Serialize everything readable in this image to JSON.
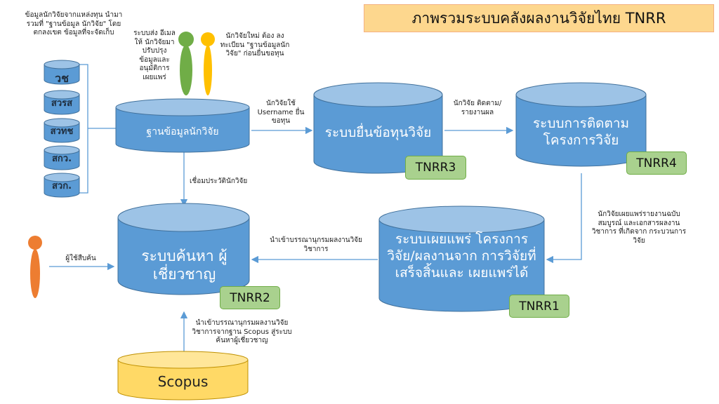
{
  "title": "ภาพรวมระบบคลังผลงานวิจัยไทย TNRR",
  "notes": {
    "sources": "ข้อมูลนักวิจัยจากแหล่งทุน นำมารวมที่ \"ฐานข้อมูล นักวิจัย\" โดยตกลงเขต ข้อมูลที่จะจัดเก็บ",
    "email": "ระบบส่ง อีเมลให้ นักวิจัยมา ปรับปรุง ข้อมูลและ อนุมัติการ เผยแพร่",
    "new_researcher": "นักวิจัยใหม่ ต้อง ลงทะเบียน \"ฐานข้อมูลนักวิจัย\" ก่อนยื่นขอทุน",
    "username": "นักวิจัยใช้ Username ยื่นขอทุน",
    "follow": "นักวิจัย ติดตาม/ รายงานผล",
    "link_profile": "เชื่อมประวัตินักวิจัย",
    "publish_report": "นักวิจัยเผยแพร่รายงานฉบับ สมบูรณ์ และเอกสารผลงาน วิชาการ ที่เกิดจาก กระบวนการวิจัย",
    "import_bib": "นำเข้าบรรณานุกรมผลงานวิจัย วิชาการ",
    "user_search": "ผู้ใช้สืบค้น",
    "scopus_import": "นำเข้าบรรณานุกรมผลงานวิจัย วิชาการจากฐาน Scopus สู่ระบบ ค้นหาผู้เชี่ยวชาญ"
  },
  "sources": [
    "วช",
    "สวรส",
    "สวทช",
    "สกว.",
    "สวก."
  ],
  "systems": {
    "researcher_db": "ฐานข้อมูลนักวิจัย",
    "grant": "ระบบยื่นข้อทุนวิจัย",
    "tracking": "ระบบการติดตาม โครงการวิจัย",
    "publish": "ระบบเผยแพร่ โครงการวิจัย/ผลงานจาก การวิจัยที่เสร็จสิ้นและ เผยแพร่ได้",
    "expert": "ระบบค้นหา ผู้เชี่ยวชาญ",
    "scopus": "Scopus"
  },
  "badges": {
    "tnrr1": "TNRR1",
    "tnrr2": "TNRR2",
    "tnrr3": "TNRR3",
    "tnrr4": "TNRR4"
  },
  "colors": {
    "cyl_body": "#5b9bd5",
    "cyl_top": "#9dc3e6",
    "scopus_body": "#ffd966",
    "badge": "#a9d18e",
    "title_bg": "#fdd78e",
    "arrow": "#5b9bd5"
  }
}
